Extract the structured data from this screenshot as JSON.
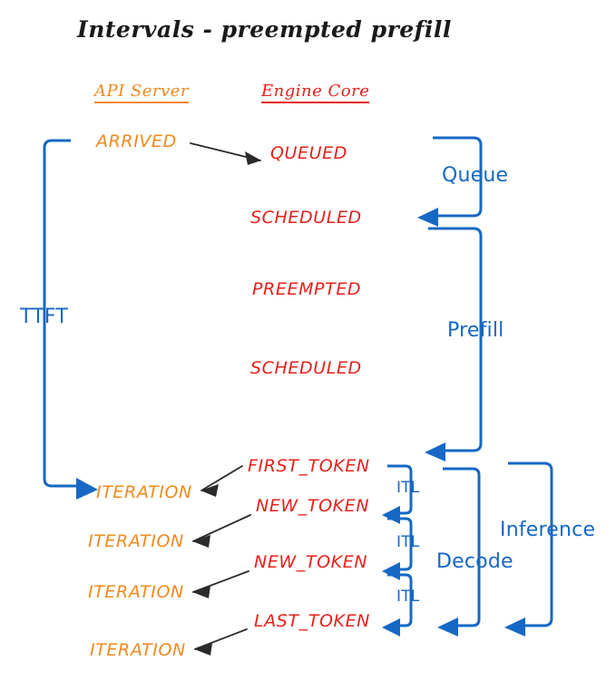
{
  "title": "Intervals - preempted prefill",
  "colors": {
    "api_server": "#F08A1E",
    "engine_core": "#E8201A",
    "interval": "#1668C4",
    "arrow": "#2b2b2b",
    "background": "#ffffff"
  },
  "columns": {
    "api_server": "API Server",
    "engine_core": "Engine Core"
  },
  "api_events": [
    {
      "label": "ARRIVED"
    },
    {
      "label": "ITERATION"
    },
    {
      "label": "ITERATION"
    },
    {
      "label": "ITERATION"
    },
    {
      "label": "ITERATION"
    }
  ],
  "engine_events": [
    {
      "label": "QUEUED"
    },
    {
      "label": "SCHEDULED"
    },
    {
      "label": "PREEMPTED"
    },
    {
      "label": "SCHEDULED"
    },
    {
      "label": "FIRST_TOKEN"
    },
    {
      "label": "NEW_TOKEN"
    },
    {
      "label": "NEW_TOKEN"
    },
    {
      "label": "LAST_TOKEN"
    }
  ],
  "intervals": {
    "ttft": "TTFT",
    "queue": "Queue",
    "prefill": "Prefill",
    "itl_1": "ITL",
    "itl_2": "ITL",
    "itl_3": "ITL",
    "decode": "Decode",
    "inference": "Inference"
  }
}
